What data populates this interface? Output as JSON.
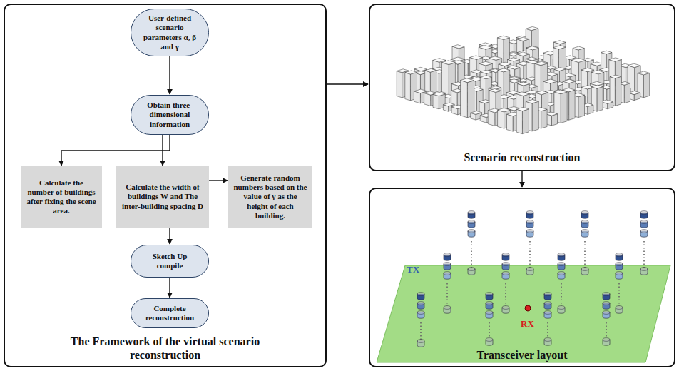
{
  "diagram": {
    "nodes": [
      {
        "text": [
          "The Framework of the virtual scenario reconstruction"
        ]
      },
      {
        "text": [
          "User-defined scenario parameters α, β and γ"
        ],
        "in": 0
      },
      {
        "text": [
          "Obtain three-dimensional information"
        ],
        "in": 0
      },
      {
        "text": [
          "Calculate the number of buildings after fixing the scene area."
        ],
        "in": 0
      },
      {
        "text": [
          "Calculate the width of buildings W and The inter-building spacing D"
        ],
        "in": 0
      },
      {
        "text": [
          "Generate random numbers based on the value of γ as the height of each building."
        ],
        "in": 0
      },
      {
        "text": [
          "Sketch Up compile"
        ],
        "in": 0
      },
      {
        "text": [
          "Complete reconstruction"
        ],
        "in": 0
      },
      {
        "text": [
          "Scenario reconstruction"
        ]
      },
      {
        "text": [
          "Transceiver layout"
        ]
      }
    ],
    "edges": [
      {
        "from": 1,
        "to": 2,
        "arrow": "to"
      },
      {
        "from": 2,
        "to": 3,
        "arrow": "to"
      },
      {
        "from": 2,
        "to": 4,
        "arrow": "to"
      },
      {
        "from": 2,
        "to": 5,
        "arrow": "to"
      },
      {
        "from": 4,
        "to": 6,
        "arrow": "to"
      },
      {
        "from": 6,
        "to": 7,
        "arrow": "to"
      },
      {
        "from": 0,
        "to": 8,
        "arrow": "to"
      },
      {
        "from": 8,
        "to": 9,
        "arrow": "to"
      }
    ],
    "labels": [
      "TX",
      "RX"
    ]
  }
}
